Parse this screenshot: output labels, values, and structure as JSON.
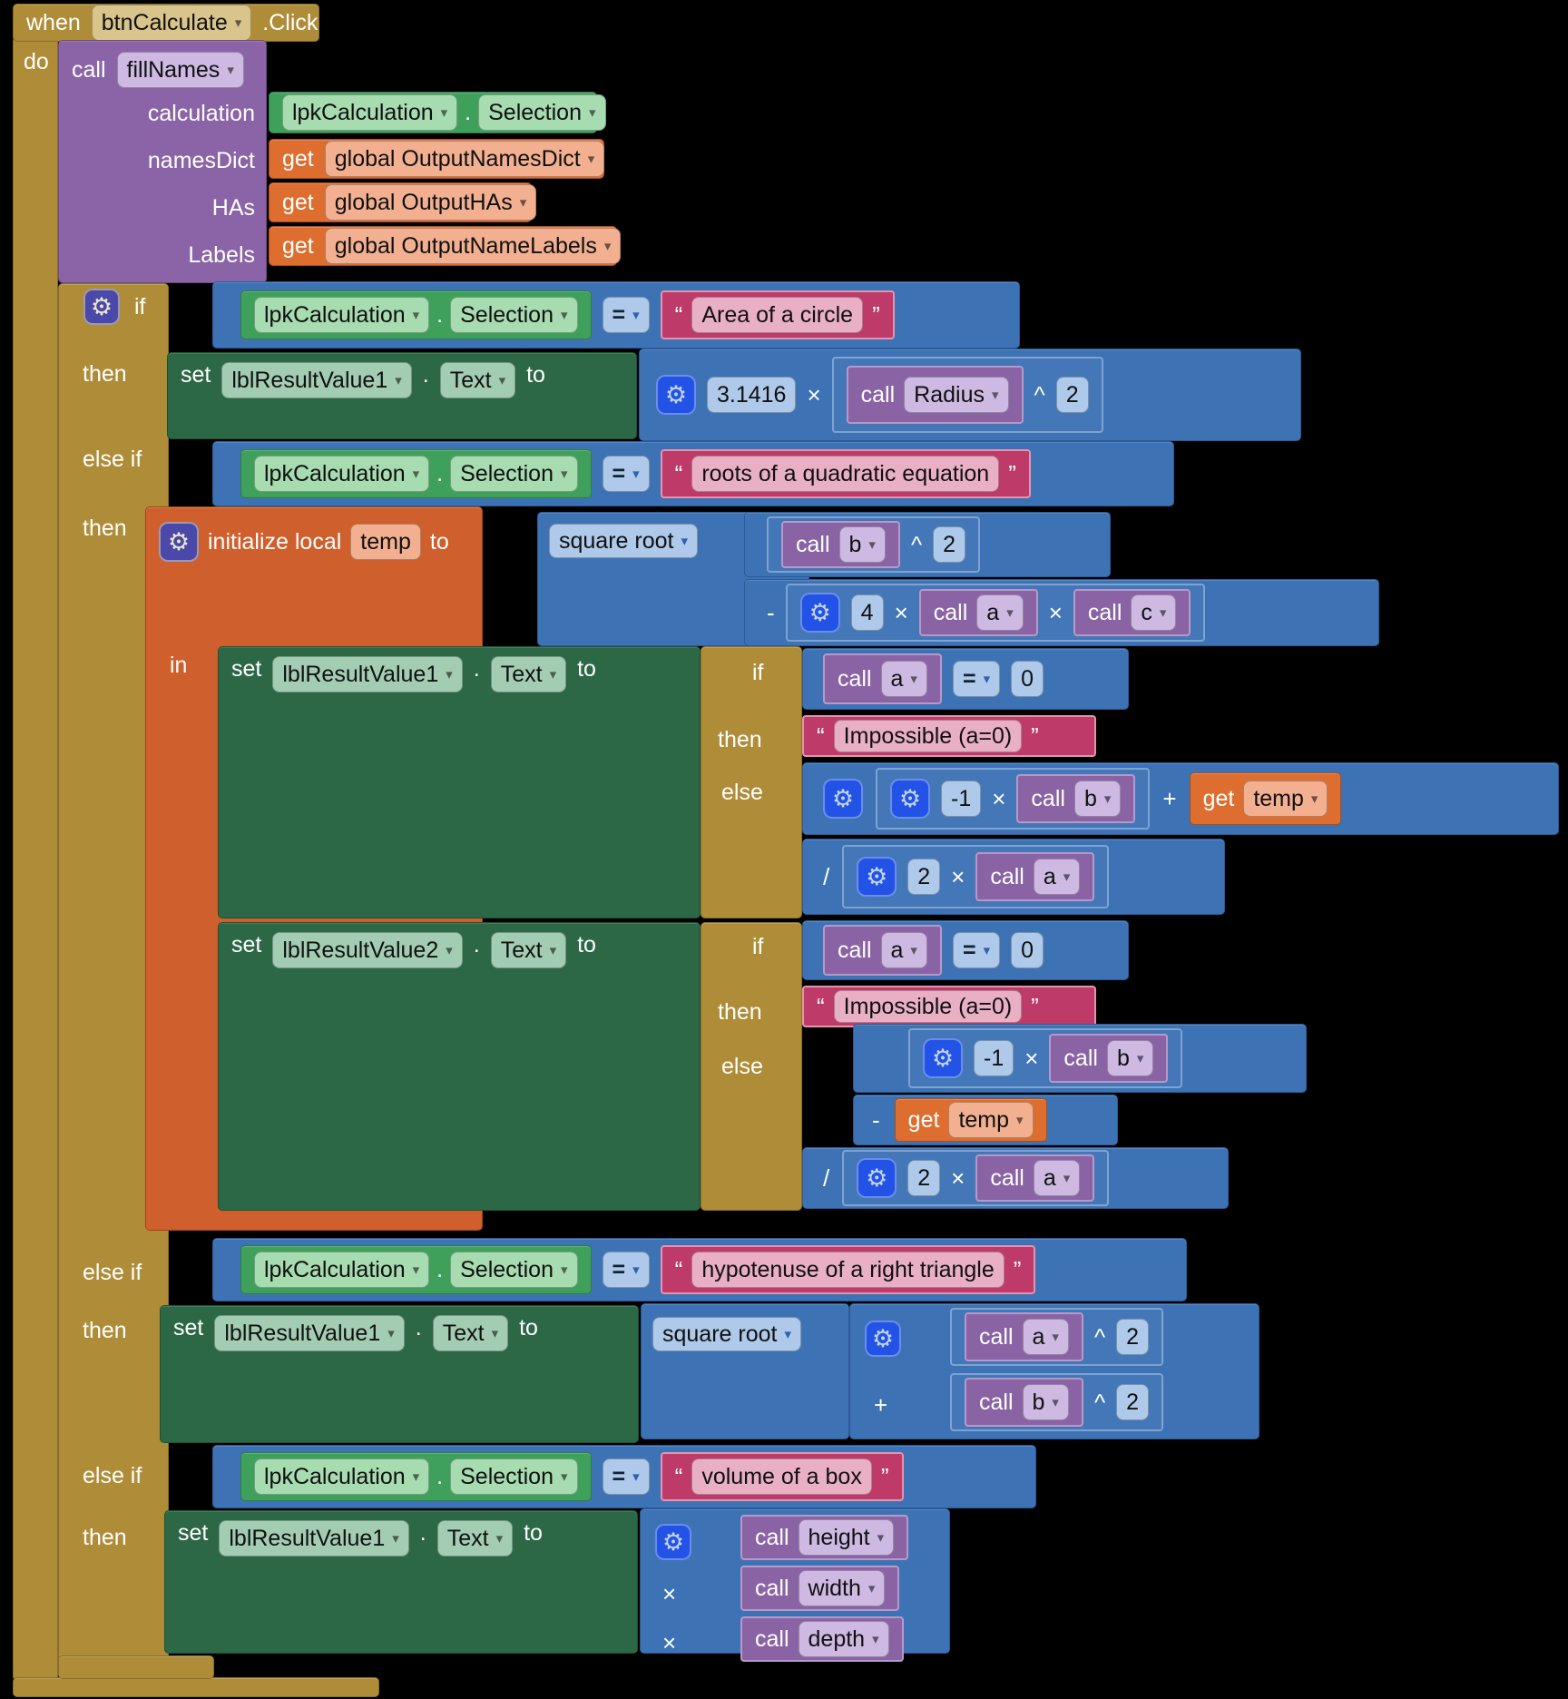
{
  "icons": {
    "gear": "⚙",
    "dropdown": "▾"
  },
  "colors": {
    "background": "#000000",
    "event_gold": "#AF8C38",
    "procedure_purple": "#8A64A6",
    "getter_green": "#3FA05C",
    "setter_green": "#2D6846",
    "variable_orange": "#DD6E2F",
    "local_orange": "#CF5F2C",
    "math_blue": "#3D73B5",
    "call_purple": "#8A63A4",
    "string_crimson": "#BE3A68"
  },
  "when": {
    "keyword": "when",
    "component": "btnCalculate",
    "event": ".Click",
    "do": "do"
  },
  "fillnames": {
    "call": "call",
    "procedure": "fillNames",
    "params": {
      "calculation": "calculation",
      "names_dict": "namesDict",
      "has": "HAs",
      "labels": "Labels"
    }
  },
  "selection": {
    "component": "lpkCalculation",
    "dot": ".",
    "property": "Selection"
  },
  "globals": {
    "get": "get",
    "names_dict": "global OutputNamesDict",
    "has": "global OutputHAs",
    "name_labels": "global OutputNameLabels"
  },
  "control": {
    "if": "if",
    "then": "then",
    "else_if": "else if",
    "else": "else",
    "in": "in"
  },
  "logic": {
    "eq": "="
  },
  "strings": {
    "open_quote": "“",
    "close_quote": "”",
    "area": "Area of a circle",
    "roots": "roots of a quadratic equation",
    "hypotenuse": "hypotenuse of a right triangle",
    "volume": "volume of a box",
    "impossible": "Impossible (a=0)"
  },
  "setters": {
    "set": "set",
    "lbl1": "lblResultValue1",
    "lbl2": "lblResultValue2",
    "text_prop": "Text",
    "to": "to",
    "dot": "."
  },
  "math": {
    "pi": "3.1416",
    "two": "2",
    "zero": "0",
    "four": "4",
    "neg_one": "-1",
    "times": "×",
    "plus": "+",
    "minus": "-",
    "divide": "/",
    "power": "^",
    "sqrt": "square root"
  },
  "local": {
    "init": "initialize local",
    "name": "temp",
    "to": "to",
    "get": "get",
    "temp": "temp"
  },
  "calls": {
    "call": "call",
    "radius": "Radius",
    "a": "a",
    "b": "b",
    "c": "c",
    "height": "height",
    "width": "width",
    "depth": "depth"
  }
}
